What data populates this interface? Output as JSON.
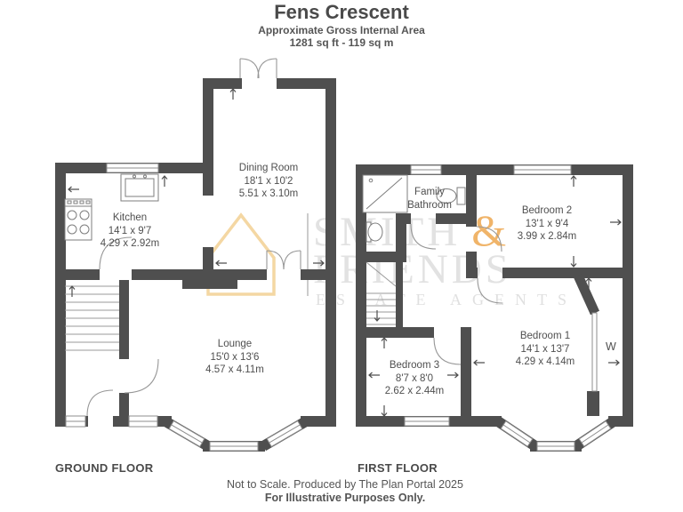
{
  "header": {
    "title": "Fens Crescent",
    "subtitle": "Approximate Gross Internal Area",
    "area": "1281 sq ft - 119 sq m"
  },
  "ground_floor": {
    "label": "GROUND FLOOR",
    "rooms": {
      "kitchen": {
        "name": "Kitchen",
        "imperial": "14'1 x 9'7",
        "metric": "4.29 x 2.92m"
      },
      "dining": {
        "name": "Dining Room",
        "imperial": "18'1 x 10'2",
        "metric": "5.51 x 3.10m"
      },
      "lounge": {
        "name": "Lounge",
        "imperial": "15'0 x 13'6",
        "metric": "4.57 x 4.11m"
      }
    }
  },
  "first_floor": {
    "label": "FIRST FLOOR",
    "rooms": {
      "bathroom": {
        "name_line1": "Family",
        "name_line2": "Bathroom"
      },
      "bedroom2": {
        "name": "Bedroom 2",
        "imperial": "13'1 x 9'4",
        "metric": "3.99 x 2.84m"
      },
      "bedroom1": {
        "name": "Bedroom 1",
        "imperial": "14'1 x 13'7",
        "metric": "4.29 x 4.14m"
      },
      "bedroom3": {
        "name": "Bedroom 3",
        "imperial": "8'7 x 8'0",
        "metric": "2.62 x 2.44m"
      },
      "wardrobe": "W"
    }
  },
  "watermark": {
    "line1": "SMITH",
    "amp": "&",
    "line2": "FRIENDS",
    "line3": "ESTATE AGENTS",
    "text_color": "#e2e2e2",
    "amp_color": "#f0b469",
    "house_color": "#f4d7a3"
  },
  "footer": {
    "line1": "Not to Scale. Produced by The Plan Portal 2025",
    "line2": "For Illustrative Purposes Only."
  },
  "colors": {
    "wall": "#4f4f4f",
    "text": "#4a4a4a"
  },
  "icons": [
    "house-watermark-icon",
    "stairs-icon",
    "kitchen-sink-icon",
    "stove-icon",
    "shower-icon",
    "toilet-icon",
    "basin-icon",
    "bay-window",
    "door-swing",
    "dimension-arrow"
  ]
}
